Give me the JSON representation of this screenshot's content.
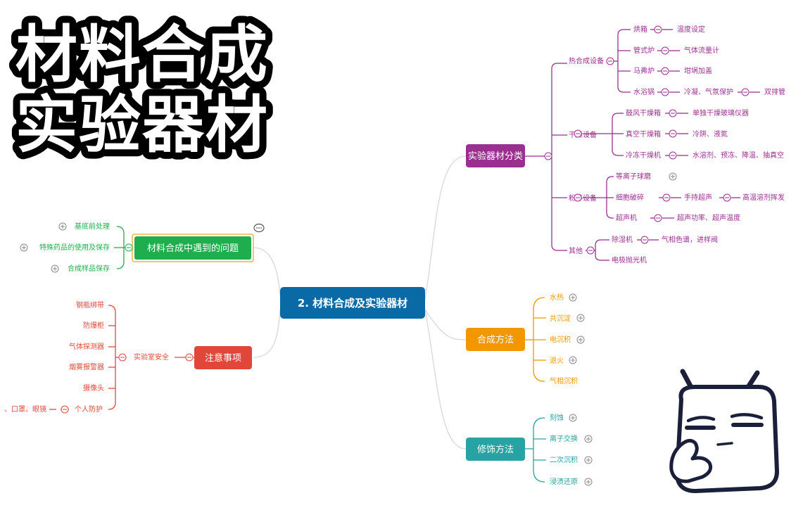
{
  "title": {
    "line1": "材料合成",
    "line2": "实验器材"
  },
  "colors": {
    "root": "#0a6aa6",
    "purple": "#9b2f8f",
    "orange": "#f29700",
    "teal": "#28a3a3",
    "green": "#1fae4e",
    "red": "#e0473a"
  },
  "mindmap": {
    "root": "2. 材料合成及实验器材",
    "equipment": {
      "label": "实验器材分类",
      "thermal": {
        "label": "热合成设备",
        "items": [
          {
            "label": "烘箱",
            "detail": "温度设定"
          },
          {
            "label": "管式炉",
            "detail": "气体流量计"
          },
          {
            "label": "马弗炉",
            "detail": "坩埚加盖"
          },
          {
            "label": "水浴锅",
            "detail": "冷凝、气氛保护",
            "extra": "双排管"
          }
        ]
      },
      "drying": {
        "label": "干燥设备",
        "items": [
          {
            "label": "鼓风干燥箱",
            "detail": "单独干燥玻璃仪器"
          },
          {
            "label": "真空干燥箱",
            "detail": "冷阱、液氮"
          },
          {
            "label": "冷冻干燥机",
            "detail": "水溶剂、预冻、降温、抽真空"
          }
        ]
      },
      "grinding": {
        "label": "粉碎设备",
        "items": [
          {
            "label": "等离子球磨"
          },
          {
            "label": "细胞破碎",
            "detail": "手持超声",
            "extra": "高温溶剂挥发"
          },
          {
            "label": "超声机",
            "detail": "超声功率、超声温度"
          }
        ]
      },
      "other": {
        "label": "其他",
        "items": [
          {
            "label": "除湿机",
            "detail": "气相色谱，进样阀"
          },
          {
            "label": "电极抛光机"
          }
        ]
      }
    },
    "synthesis": {
      "label": "合成方法",
      "items": [
        "水热",
        "共沉淀",
        "电沉积",
        "退火",
        "气相沉积"
      ]
    },
    "modification": {
      "label": "修饰方法",
      "items": [
        "刻蚀",
        "离子交换",
        "二次沉积",
        "浸渍还原"
      ]
    },
    "problems": {
      "label": "材料合成中遇到的问题",
      "items": [
        "基底前处理",
        "特殊药品的使用及保存",
        "合成样品保存"
      ]
    },
    "notes": {
      "label": "注意事项",
      "lab_safety": {
        "label": "实验室安全",
        "items": [
          "钢瓶绑带",
          "防爆柜",
          "气体探测器",
          "烟雾报警器",
          "摄像头"
        ]
      },
      "personal": {
        "label": "个人防护",
        "detail": "、口罩、眼镜"
      }
    }
  }
}
